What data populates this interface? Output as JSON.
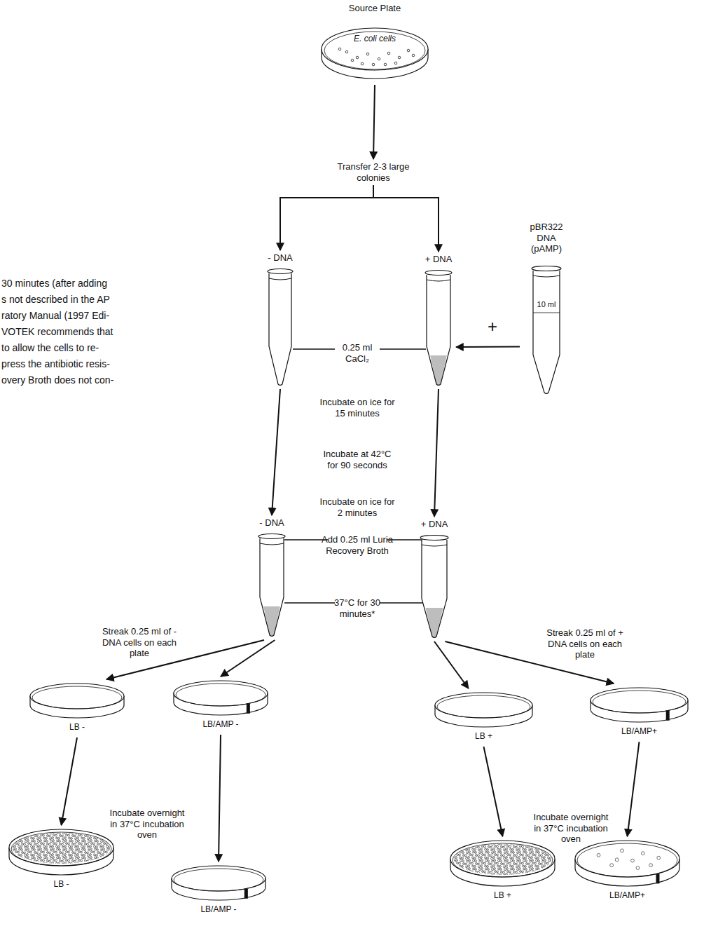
{
  "diagram": {
    "nodes": [
      {
        "text": [
          "Source Plate",
          "E. coli cells"
        ]
      },
      {
        "text": [
          "Transfer 2-3 large colonies"
        ]
      },
      {
        "text": [
          "- DNA"
        ]
      },
      {
        "text": [
          "+ DNA"
        ]
      },
      {
        "text": [
          "pBR322 DNA (pAMP)",
          "10 ml"
        ]
      },
      {
        "text": [
          "- DNA"
        ]
      },
      {
        "text": [
          "+ DNA"
        ]
      },
      {
        "text": [
          "LB -"
        ]
      },
      {
        "text": [
          "LB/AMP -"
        ]
      },
      {
        "text": [
          "LB +"
        ]
      },
      {
        "text": [
          "LB/AMP+"
        ]
      },
      {
        "text": [
          "LB -"
        ]
      },
      {
        "text": [
          "LB/AMP -"
        ]
      },
      {
        "text": [
          "LB +"
        ]
      },
      {
        "text": [
          "LB/AMP+"
        ]
      }
    ],
    "edges": [
      {
        "from": 0,
        "to": 1,
        "arrow": "to"
      },
      {
        "from": 1,
        "to": 2,
        "arrow": "to"
      },
      {
        "from": 1,
        "to": 3,
        "arrow": "to"
      },
      {
        "from": 4,
        "to": 3,
        "label": "+",
        "arrow": "to"
      },
      {
        "from": 2,
        "to": 5,
        "arrow": "to"
      },
      {
        "from": 3,
        "to": 6,
        "arrow": "to"
      },
      {
        "from": 5,
        "to": 7,
        "label": "Streak 0.25 ml of - DNA cells on each plate",
        "arrow": "to"
      },
      {
        "from": 5,
        "to": 8,
        "arrow": "to"
      },
      {
        "from": 6,
        "to": 9,
        "arrow": "to"
      },
      {
        "from": 6,
        "to": 10,
        "label": "Streak 0.25 ml of + DNA cells on each plate",
        "arrow": "to"
      },
      {
        "from": 7,
        "to": 11,
        "arrow": "to"
      },
      {
        "from": 8,
        "to": 12,
        "arrow": "to"
      },
      {
        "from": 9,
        "to": 13,
        "arrow": "to"
      },
      {
        "from": 10,
        "to": 14,
        "arrow": "to"
      }
    ],
    "labels": [
      "0.25 ml CaCl₂",
      "Incubate on ice for 15 minutes",
      "Incubate at 42°C for 90 seconds",
      "Incubate on ice for 2 minutes",
      "Add 0.25 ml Luria Recovery Broth",
      "37°C for 30 minutes*",
      "Incubate overnight in 37°C incubation oven",
      "Incubate overnight in 37°C incubation oven",
      "30 minutes (after adding",
      "s not described in the AP",
      "ratory Manual (1997 Edi-",
      "VOTEK recommends that",
      "to allow the cells to re-",
      "press the antibiotic resis-",
      "overy Broth does not con-"
    ]
  }
}
